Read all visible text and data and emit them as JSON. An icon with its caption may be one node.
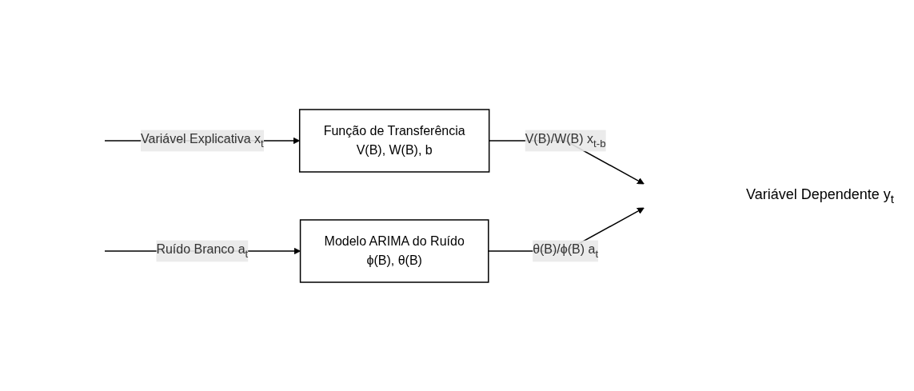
{
  "diagram": {
    "nodes": [
      {
        "text": [
          "Função de Transferência",
          "V(B), W(B), b"
        ]
      },
      {
        "text": [
          "Modelo ARIMA do Ruído",
          "ϕ(B),  θ(B)"
        ]
      }
    ],
    "edges": [
      {
        "from": null,
        "to": 0,
        "arrow": "to",
        "label": "Variável Explicativa x$_{t}$"
      },
      {
        "from": null,
        "to": 1,
        "arrow": "to",
        "label": "Ruído Branco a$_{t}$"
      },
      {
        "from": 0,
        "to": null,
        "arrow": "to",
        "label": "V(B)/W(B) x$_{t-b}$"
      },
      {
        "from": 1,
        "to": null,
        "arrow": "to",
        "label": "θ(B)/ϕ(B) a$_{t}$"
      }
    ],
    "labels": [
      "Variável Dependente y$_{t}$"
    ]
  }
}
